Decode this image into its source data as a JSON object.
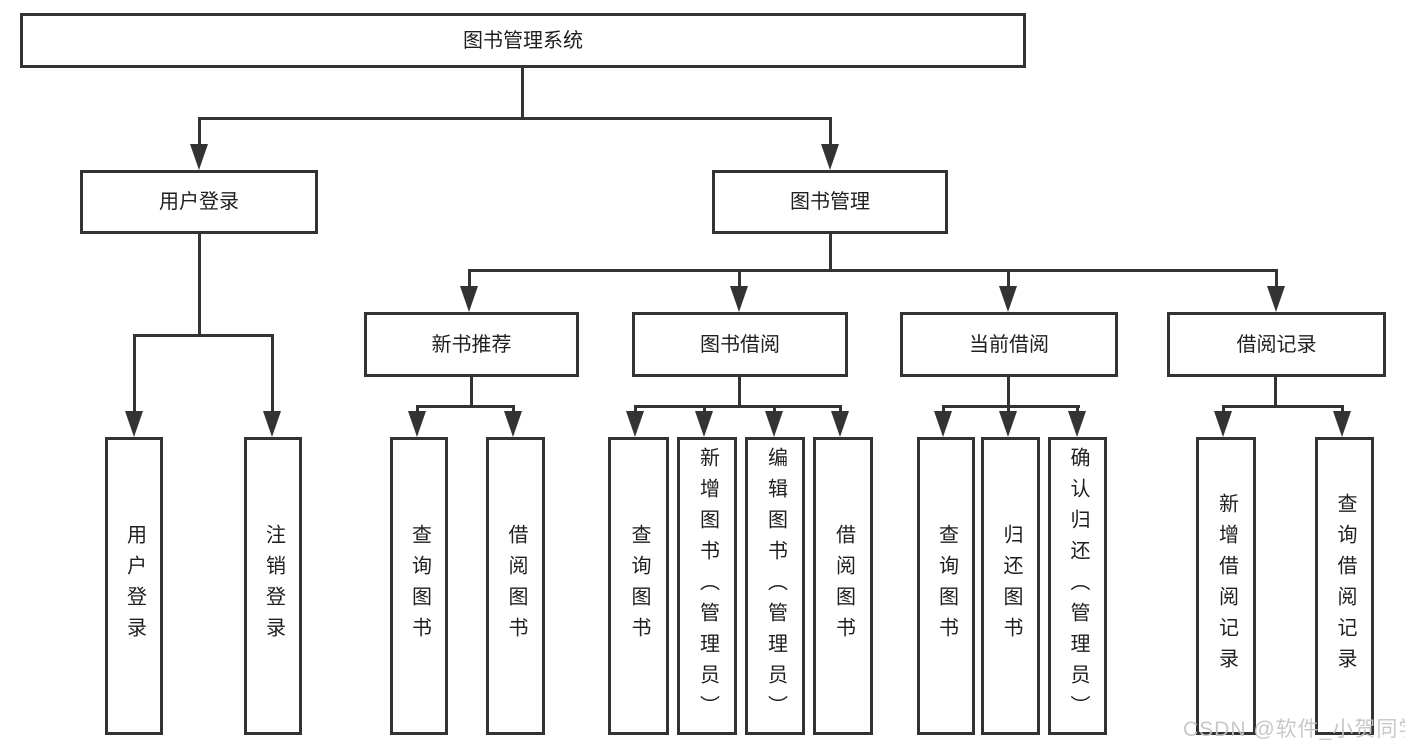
{
  "colors": {
    "line": "#333333",
    "text": "#1f1f1f",
    "background": "#ffffff",
    "watermark": "#c6c6c6"
  },
  "watermark": {
    "text": "CSDN @软件_小贺同学"
  },
  "tree": {
    "label": "图书管理系统",
    "children": [
      {
        "label": "用户登录",
        "children": [
          {
            "label": "用户登录"
          },
          {
            "label": "注销登录"
          }
        ]
      },
      {
        "label": "图书管理",
        "children": [
          {
            "label": "新书推荐",
            "children": [
              {
                "label": "查询图书"
              },
              {
                "label": "借阅图书"
              }
            ]
          },
          {
            "label": "图书借阅",
            "children": [
              {
                "label": "查询图书"
              },
              {
                "label": "新增图书（管理员）"
              },
              {
                "label": "编辑图书（管理员）"
              },
              {
                "label": "借阅图书"
              }
            ]
          },
          {
            "label": "当前借阅",
            "children": [
              {
                "label": "查询图书"
              },
              {
                "label": "归还图书"
              },
              {
                "label": "确认归还（管理员）"
              }
            ]
          },
          {
            "label": "借阅记录",
            "children": [
              {
                "label": "新增借阅记录"
              },
              {
                "label": "查询借阅记录"
              }
            ]
          }
        ]
      }
    ]
  }
}
